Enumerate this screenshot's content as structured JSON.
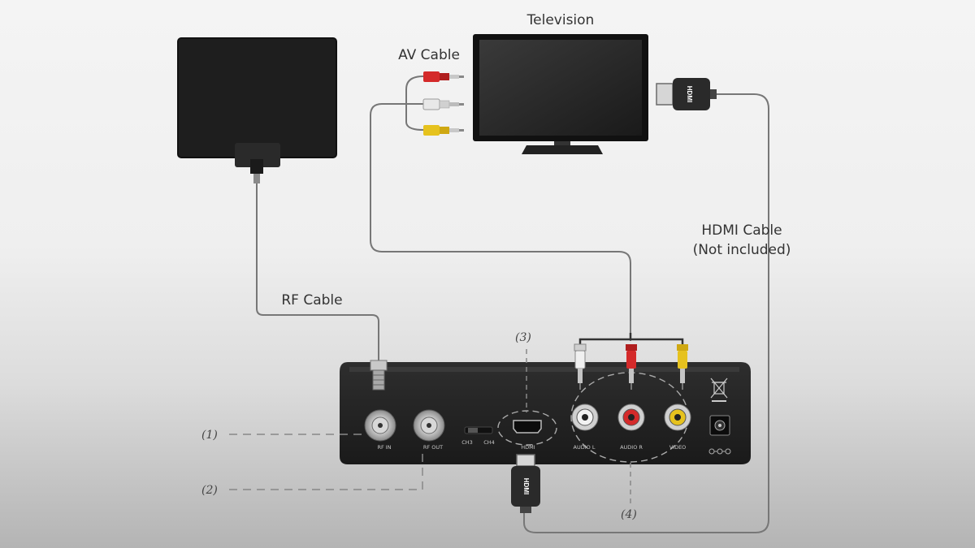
{
  "labels": {
    "television": "Television",
    "av_cable": "AV Cable",
    "hdmi_cable_line1": "HDMI Cable",
    "hdmi_cable_line2": "(Not included)",
    "rf_cable": "RF Cable"
  },
  "callouts": [
    "(1)",
    "(2)",
    "(3)",
    "(4)"
  ],
  "ports": {
    "rf_in": "RF IN",
    "rf_out": "RF OUT",
    "ch3": "CH3",
    "ch4": "CH4",
    "hdmi": "HDMI",
    "audio_l": "AUDIO L",
    "audio_r": "AUDIO R",
    "video": "VIDEO"
  },
  "plug_text": "HDMI",
  "colors": {
    "rca_red": "#d42a2a",
    "rca_white": "#e8e8e8",
    "rca_yellow": "#e6c21e",
    "device_body": "#222222",
    "cable": "#777777"
  }
}
